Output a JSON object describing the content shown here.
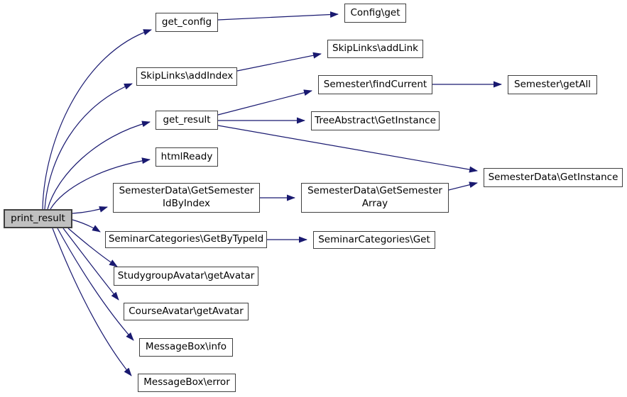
{
  "diagram": {
    "type": "call-graph",
    "edge_color": "#191970",
    "node_border_color": "#404040",
    "node_fill": "#ffffff",
    "highlight_fill": "#c0c0c0",
    "text_color": "#000000"
  },
  "nodes": [
    {
      "id": "print_result",
      "label": "print_result",
      "highlighted": true
    },
    {
      "id": "get_config",
      "label": "get_config"
    },
    {
      "id": "config_get",
      "label": "Config\\get"
    },
    {
      "id": "skiplinks_addindex",
      "label": "SkipLinks\\addIndex"
    },
    {
      "id": "skiplinks_addlink",
      "label": "SkipLinks\\addLink"
    },
    {
      "id": "get_result",
      "label": "get_result"
    },
    {
      "id": "semester_findcurrent",
      "label": "Semester\\findCurrent"
    },
    {
      "id": "semester_getall",
      "label": "Semester\\getAll"
    },
    {
      "id": "treeabstract_getinstance",
      "label": "TreeAbstract\\GetInstance"
    },
    {
      "id": "htmlready",
      "label": "htmlReady"
    },
    {
      "id": "semesterdata_getinstance",
      "label": "SemesterData\\GetInstance"
    },
    {
      "id": "semesterdata_getsemesteridbyindex",
      "label": "SemesterData\\GetSemester\nIdByIndex"
    },
    {
      "id": "semesterdata_getsemesterarray",
      "label": "SemesterData\\GetSemester\nArray"
    },
    {
      "id": "seminarcategories_getbytypeid",
      "label": "SeminarCategories\\GetByTypeId"
    },
    {
      "id": "seminarcategories_get",
      "label": "SeminarCategories\\Get"
    },
    {
      "id": "studygroupavatar_getavatar",
      "label": "StudygroupAvatar\\getAvatar"
    },
    {
      "id": "courseavatar_getavatar",
      "label": "CourseAvatar\\getAvatar"
    },
    {
      "id": "messagebox_info",
      "label": "MessageBox\\info"
    },
    {
      "id": "messagebox_error",
      "label": "MessageBox\\error"
    }
  ],
  "edges": [
    {
      "from": "print_result",
      "to": "get_config"
    },
    {
      "from": "print_result",
      "to": "skiplinks_addindex"
    },
    {
      "from": "print_result",
      "to": "get_result"
    },
    {
      "from": "print_result",
      "to": "htmlready"
    },
    {
      "from": "print_result",
      "to": "semesterdata_getsemesteridbyindex"
    },
    {
      "from": "print_result",
      "to": "seminarcategories_getbytypeid"
    },
    {
      "from": "print_result",
      "to": "studygroupavatar_getavatar"
    },
    {
      "from": "print_result",
      "to": "courseavatar_getavatar"
    },
    {
      "from": "print_result",
      "to": "messagebox_info"
    },
    {
      "from": "print_result",
      "to": "messagebox_error"
    },
    {
      "from": "get_config",
      "to": "config_get"
    },
    {
      "from": "skiplinks_addindex",
      "to": "skiplinks_addlink"
    },
    {
      "from": "get_result",
      "to": "semester_findcurrent"
    },
    {
      "from": "get_result",
      "to": "treeabstract_getinstance"
    },
    {
      "from": "get_result",
      "to": "semesterdata_getinstance"
    },
    {
      "from": "semester_findcurrent",
      "to": "semester_getall"
    },
    {
      "from": "semesterdata_getsemesteridbyindex",
      "to": "semesterdata_getsemesterarray"
    },
    {
      "from": "semesterdata_getsemesterarray",
      "to": "semesterdata_getinstance"
    },
    {
      "from": "seminarcategories_getbytypeid",
      "to": "seminarcategories_get"
    }
  ]
}
